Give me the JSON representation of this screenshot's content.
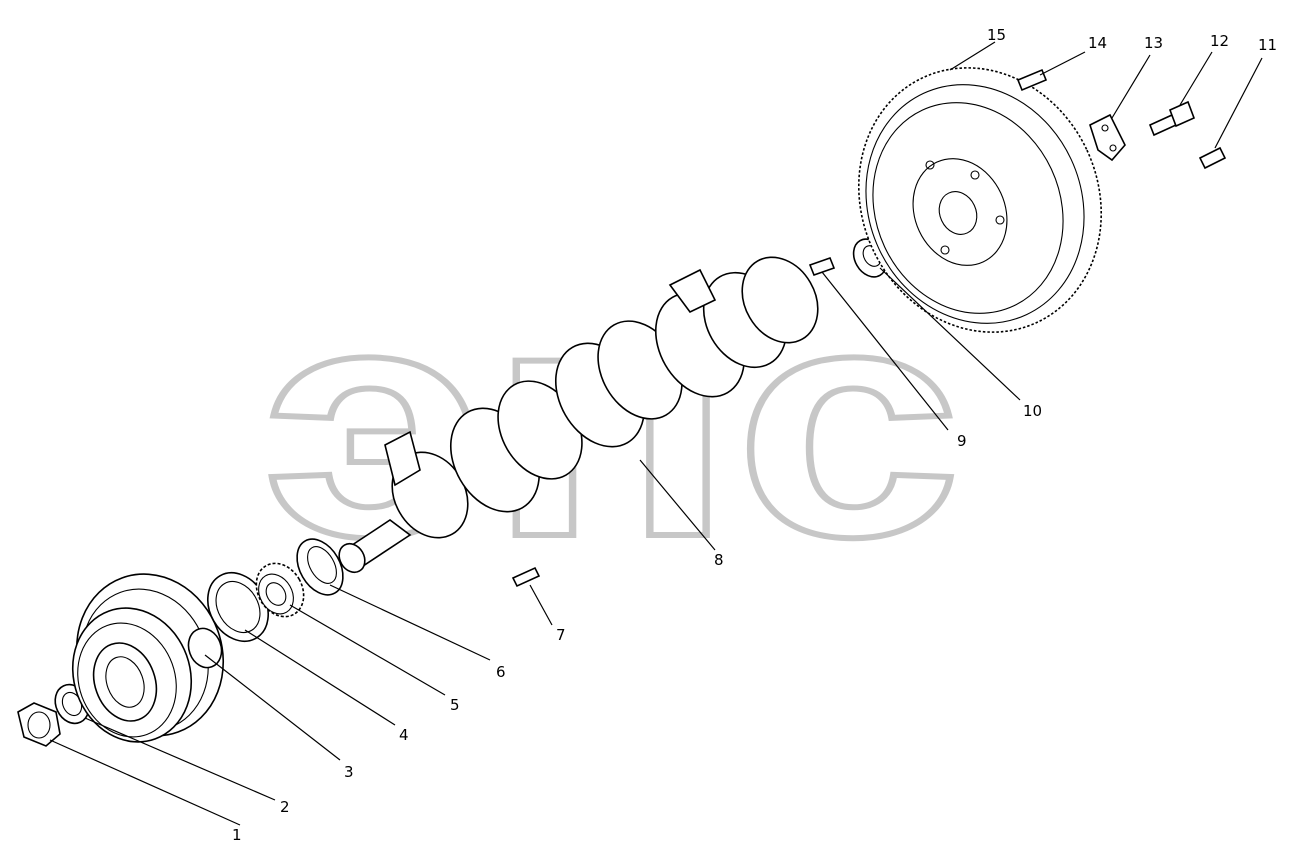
{
  "watermark": {
    "text": "эпс",
    "trademark": "™",
    "color": "#b9b9b9"
  },
  "corner_code": "",
  "callouts": [
    {
      "id": "1",
      "label": "1"
    },
    {
      "id": "2",
      "label": "2"
    },
    {
      "id": "3",
      "label": "3"
    },
    {
      "id": "4",
      "label": "4"
    },
    {
      "id": "5",
      "label": "5"
    },
    {
      "id": "6",
      "label": "6"
    },
    {
      "id": "7",
      "label": "7"
    },
    {
      "id": "8",
      "label": "8"
    },
    {
      "id": "9",
      "label": "9"
    },
    {
      "id": "10",
      "label": "10"
    },
    {
      "id": "11",
      "label": "11"
    },
    {
      "id": "12",
      "label": "12"
    },
    {
      "id": "13",
      "label": "13"
    },
    {
      "id": "14",
      "label": "14"
    },
    {
      "id": "15",
      "label": "15"
    }
  ]
}
